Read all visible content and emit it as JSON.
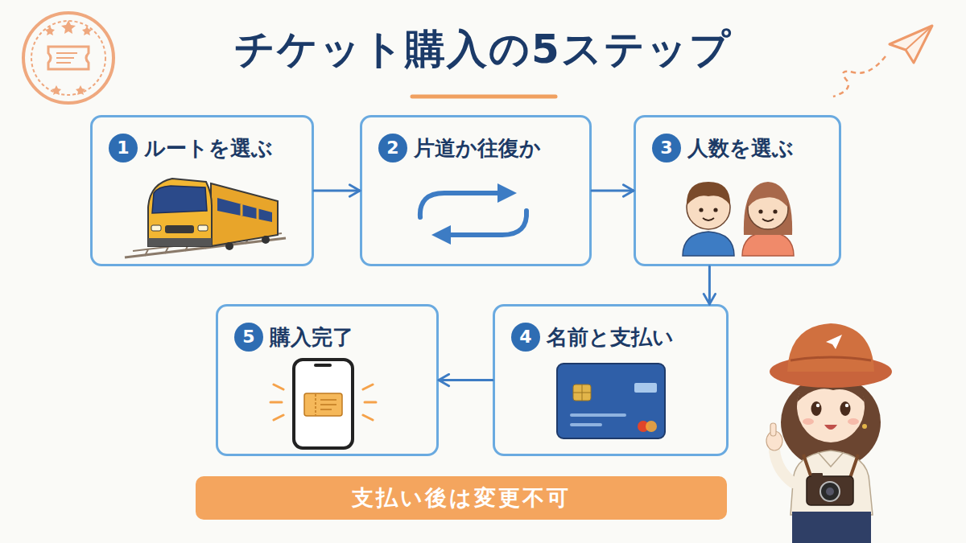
{
  "diagram": {
    "title": "チケット購入の5ステップ",
    "nodes": [
      {
        "text": [
          "ルートを選ぶ"
        ]
      },
      {
        "text": [
          "1"
        ],
        "in": 0
      },
      {
        "text": [
          "片道か往復か"
        ]
      },
      {
        "text": [
          "2"
        ],
        "in": 2
      },
      {
        "text": [
          "人数を選ぶ"
        ]
      },
      {
        "text": [
          "3"
        ],
        "in": 4
      },
      {
        "text": [
          "名前と支払い"
        ]
      },
      {
        "text": [
          "4"
        ],
        "in": 6
      },
      {
        "text": [
          "購入完了"
        ]
      },
      {
        "text": [
          "5"
        ],
        "in": 8
      },
      {
        "text": [
          "支払い後は変更不可"
        ]
      }
    ],
    "edges": [
      {
        "from": 0,
        "to": 2,
        "arrow": "to"
      },
      {
        "from": 2,
        "to": 4,
        "arrow": "to"
      },
      {
        "from": 4,
        "to": 6,
        "arrow": "to"
      },
      {
        "from": 6,
        "to": 8,
        "arrow": "to"
      }
    ]
  }
}
